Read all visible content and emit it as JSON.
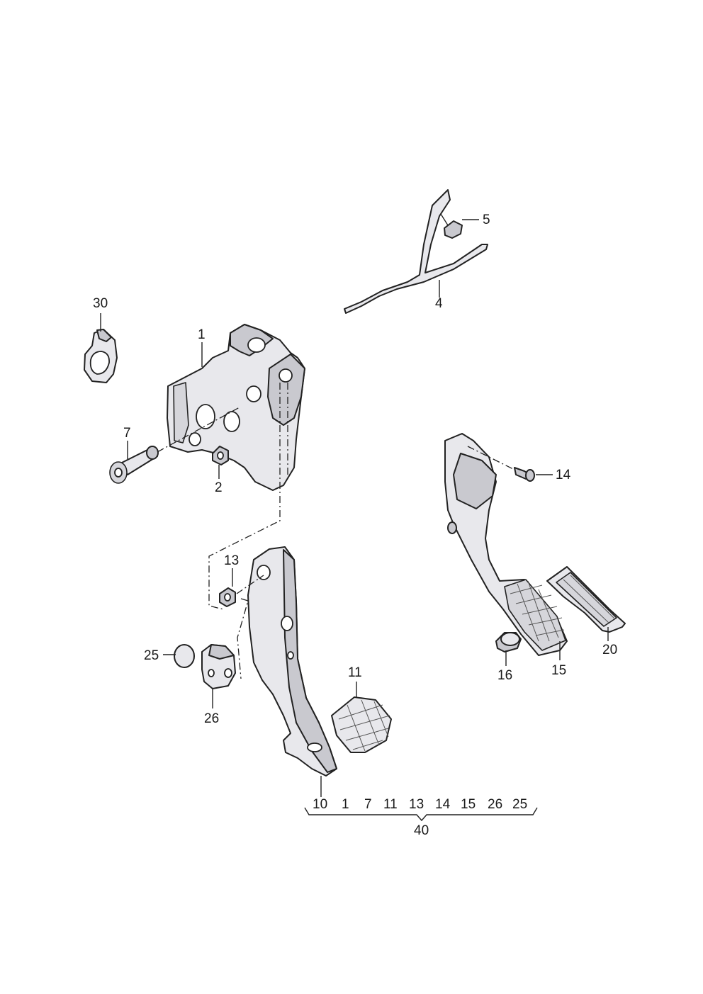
{
  "callouts": {
    "c30": "30",
    "c1": "1",
    "c7": "7",
    "c2": "2",
    "c5": "5",
    "c4": "4",
    "c14": "14",
    "c13": "13",
    "c25": "25",
    "c26": "26",
    "c11": "11",
    "c16": "16",
    "c15": "15",
    "c20": "20",
    "c10": "10"
  },
  "assembly": {
    "items": [
      "10",
      "1",
      "7",
      "11",
      "13",
      "14",
      "15",
      "26",
      "25"
    ],
    "group": "40"
  }
}
